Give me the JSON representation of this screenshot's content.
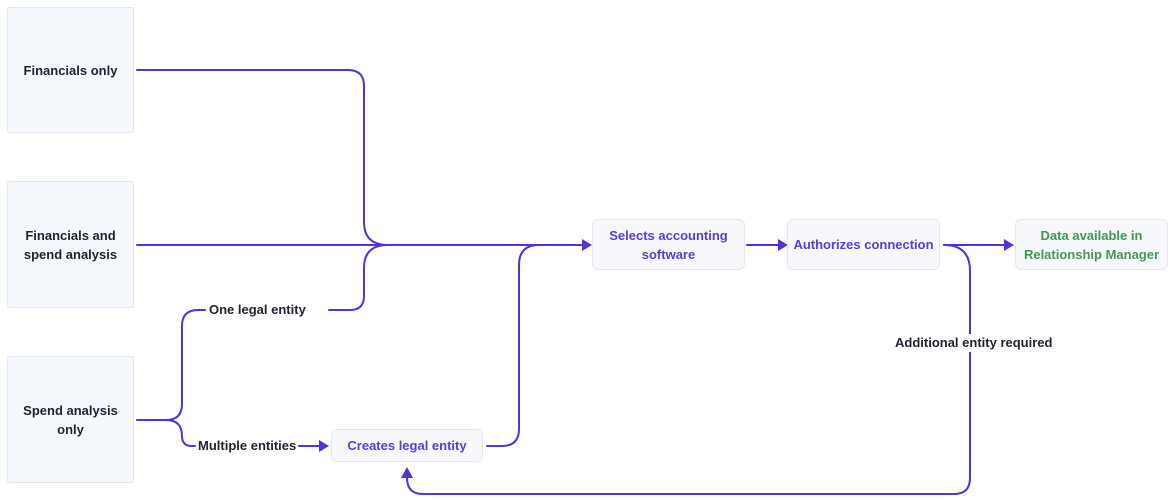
{
  "nodes": {
    "financials_only": "Financials only",
    "financials_and_spend": "Financials and\nspend analysis",
    "spend_analysis_only": "Spend analysis\nonly",
    "selects_accounting_software": "Selects accounting\nsoftware",
    "authorizes_connection": "Authorizes connection",
    "data_available": "Data available in\nRelationship Manager",
    "creates_legal_entity": "Creates legal entity"
  },
  "edge_labels": {
    "one_legal_entity": "One legal entity",
    "multiple_entities": "Multiple entities",
    "additional_entity_required": "Additional entity required"
  },
  "colors": {
    "connector": "#5530dc",
    "process_text": "#5a3cdc",
    "result_text": "#3f9b54",
    "source_text": "#1f2230",
    "node_fill": "#f6f8fc",
    "node_border": "#e3e8f1"
  }
}
